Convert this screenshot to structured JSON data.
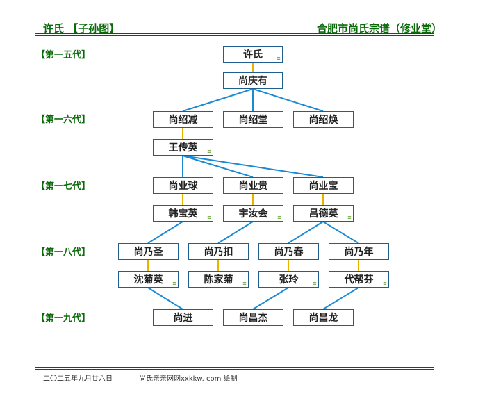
{
  "header": {
    "left": "许氏 【子孙图】",
    "right": "合肥市尚氏宗谱（修业堂）"
  },
  "generations": [
    "【第一五代】",
    "【第一六代】",
    "【第一七代】",
    "【第一八代】",
    "【第一九代】"
  ],
  "people": {
    "xu": "许氏",
    "qingyou": "尚庆有",
    "shaojian": "尚绍减",
    "shaotang": "尚绍堂",
    "shaohuan": "尚绍焕",
    "wangchuanying": "王传英",
    "yeqiu": "尚业球",
    "yegui": "尚业贵",
    "yebao": "尚业宝",
    "hanbaoying": "韩宝英",
    "yuruhui": "宇汝会",
    "lvdeying": "吕德英",
    "naisheng": "尚乃圣",
    "naikou": "尚乃扣",
    "naichun": "尚乃春",
    "nainian": "尚乃年",
    "shenjuying": "沈菊英",
    "chenjiaju": "陈家菊",
    "zhangling": "张玲",
    "daibangfen": "代帮芬",
    "jin": "尚进",
    "changjie": "尚昌杰",
    "changlong": "尚昌龙"
  },
  "mark_glyph": "≡",
  "colors": {
    "spouse_line": "#e8b400",
    "child_line": "#1a8ad4",
    "header": "#0a6a0a",
    "rule": "#c00000"
  },
  "footer": {
    "date": "二〇二五年九月廿六日",
    "credit": "尚氏亲亲网网xxkkw. com 绘制"
  }
}
